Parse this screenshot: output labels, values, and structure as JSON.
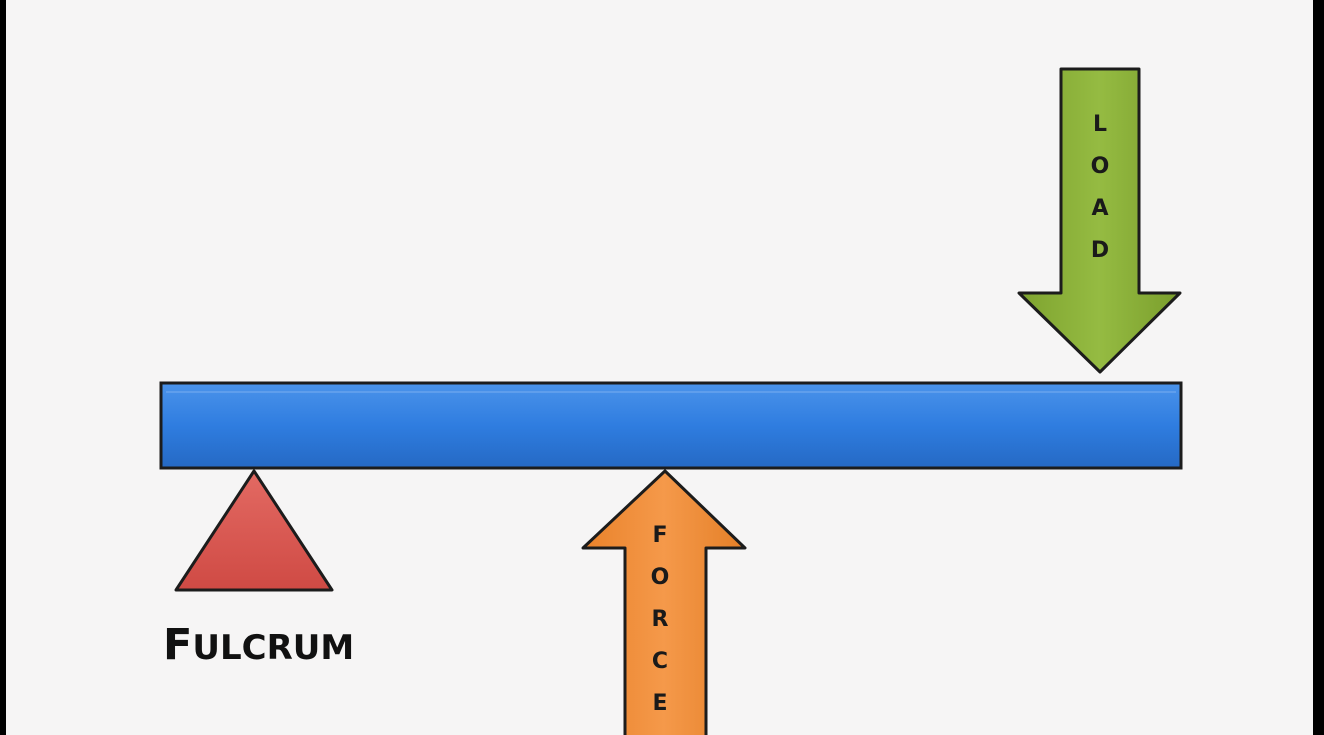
{
  "diagram": {
    "labels": {
      "load": "LOAD",
      "force": "FORCE",
      "fulcrum_first": "F",
      "fulcrum_rest": "ULCRUM"
    },
    "colors": {
      "lever": "#2f7de0",
      "fulcrum": "#d9534f",
      "force_arrow": "#f2913a",
      "load_arrow": "#8db33a",
      "outline": "#1c1c1c",
      "background": "#f6f5f5",
      "frame": "#000000"
    },
    "icons": {
      "lever": "lever-bar",
      "fulcrum": "triangle-fulcrum",
      "force": "up-arrow",
      "load": "down-arrow"
    }
  }
}
